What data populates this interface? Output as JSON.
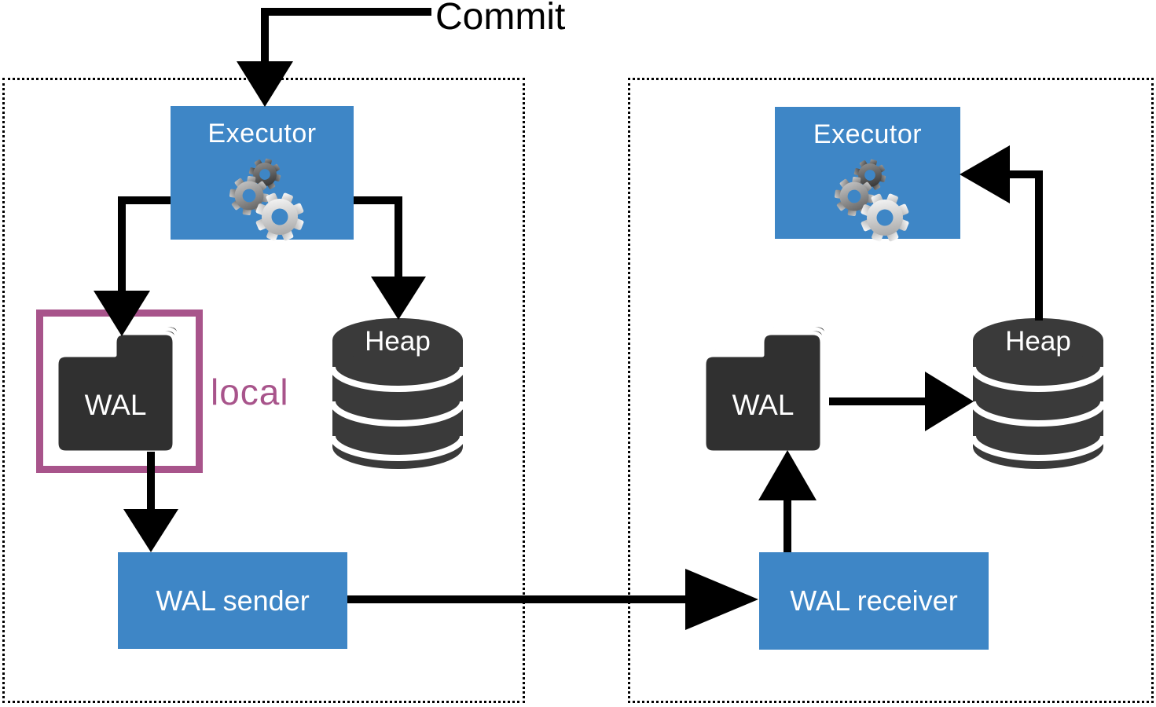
{
  "diagram": {
    "commit_label": "Commit",
    "primary_server": {
      "executor_label": "Executor",
      "wal_label": "WAL",
      "wal_annotation": "local",
      "heap_label": "Heap",
      "sender_label": "WAL sender"
    },
    "standby_server": {
      "executor_label": "Executor",
      "wal_label": "WAL",
      "heap_label": "Heap",
      "receiver_label": "WAL receiver"
    },
    "colors": {
      "process_box_blue": "#3e86c6",
      "storage_dark": "#303030",
      "cylinder_dark": "#3a3a3a",
      "local_highlight_pink": "#a8548b",
      "arrow_black": "#000000"
    },
    "icons": {
      "executor": "gears-icon",
      "wal": "folder-icon",
      "heap": "database-cylinder-icon"
    }
  }
}
